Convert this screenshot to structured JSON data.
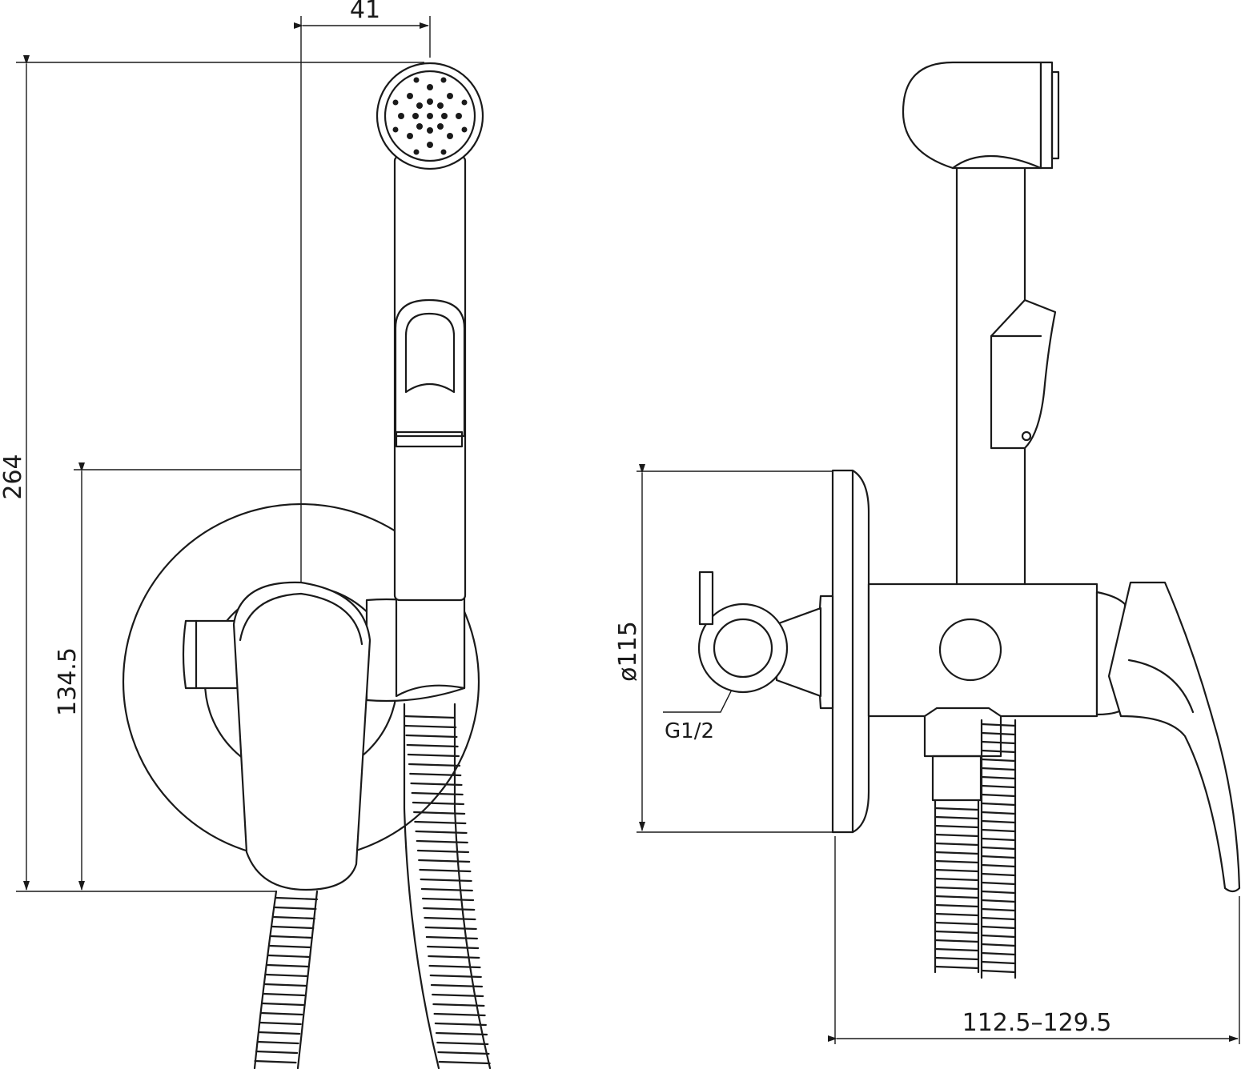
{
  "dimensions": {
    "spray_offset": "41",
    "total_height": "264",
    "plate_height": "134.5",
    "plate_diameter": "ø115",
    "thread": "G1/2",
    "depth_range": "112.5–129.5"
  },
  "colors": {
    "line": "#1a1a1a",
    "background": "#ffffff"
  }
}
